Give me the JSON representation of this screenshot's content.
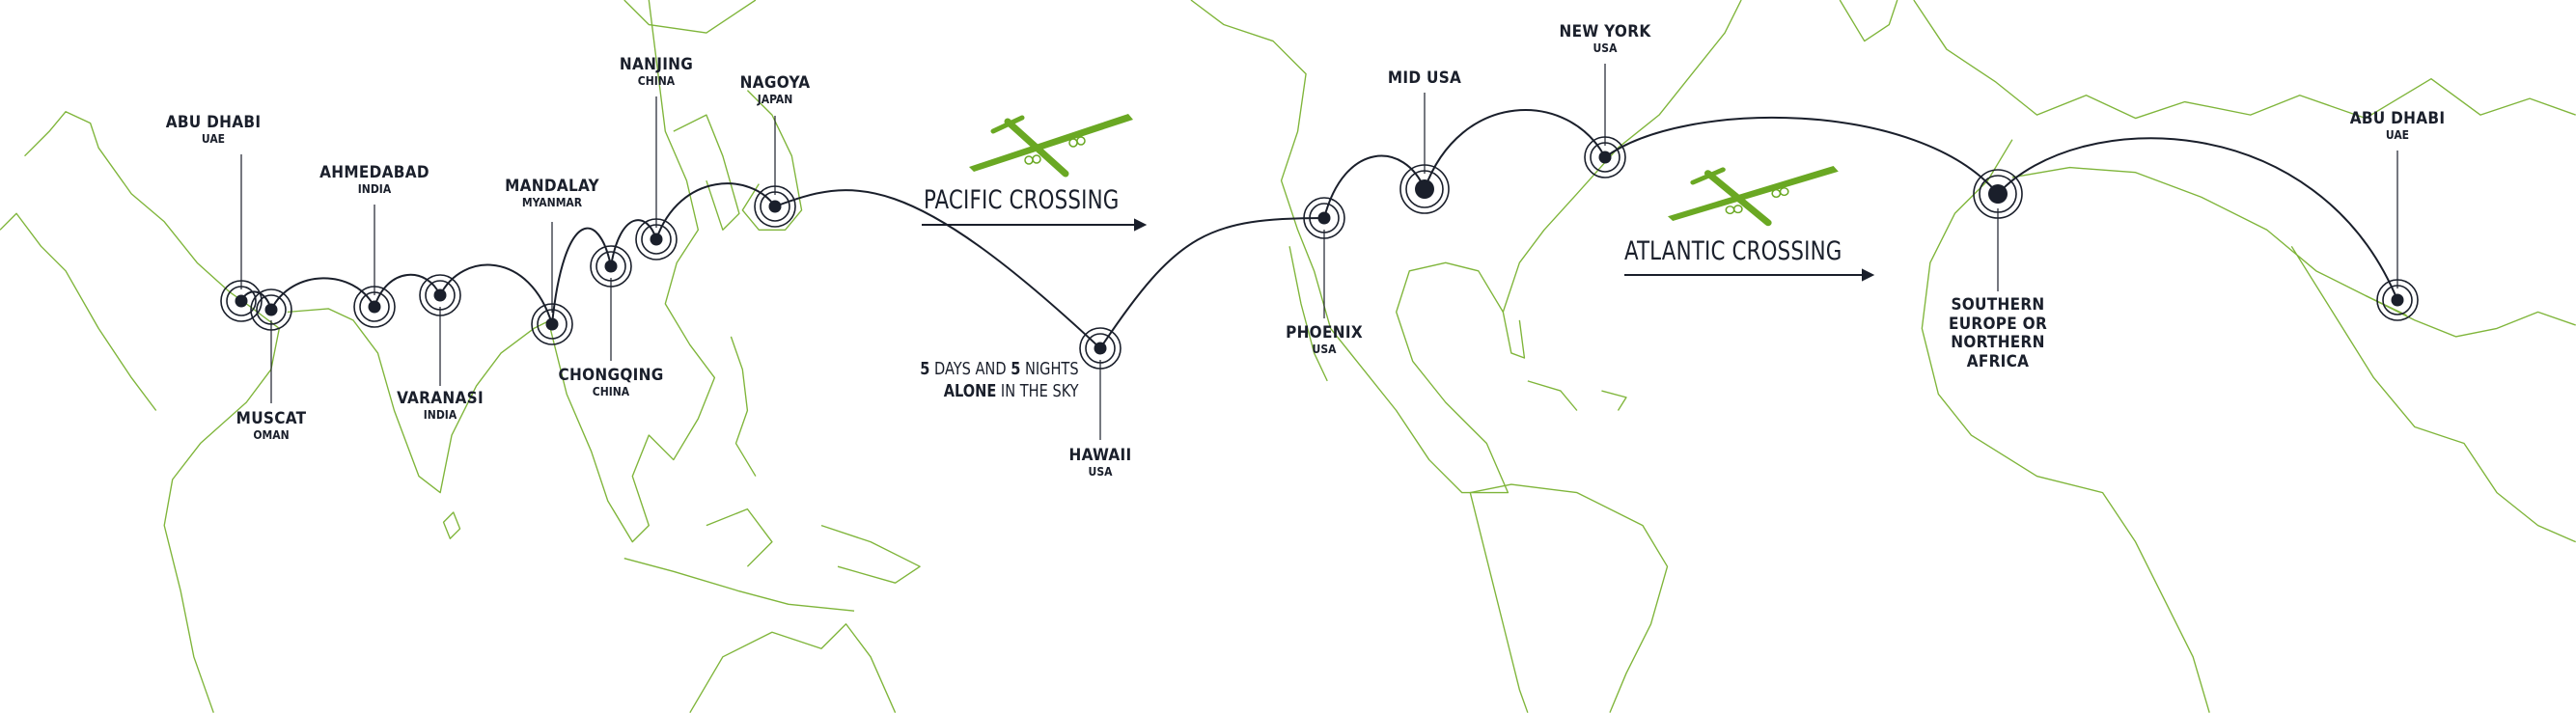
{
  "colors": {
    "map": "#7fb53a",
    "route": "#1a1f2b",
    "plane": "#6aa823"
  },
  "stops": [
    {
      "city": "ABU DHABI",
      "country": "UAE"
    },
    {
      "city": "MUSCAT",
      "country": "OMAN"
    },
    {
      "city": "AHMEDABAD",
      "country": "INDIA"
    },
    {
      "city": "VARANASI",
      "country": "INDIA"
    },
    {
      "city": "MANDALAY",
      "country": "MYANMAR"
    },
    {
      "city": "CHONGQING",
      "country": "CHINA"
    },
    {
      "city": "NANJING",
      "country": "CHINA"
    },
    {
      "city": "NAGOYA",
      "country": "JAPAN"
    },
    {
      "city": "HAWAII",
      "country": "USA"
    },
    {
      "city": "PHOENIX",
      "country": "USA"
    },
    {
      "city": "MID USA",
      "country": ""
    },
    {
      "city": "NEW YORK",
      "country": "USA"
    },
    {
      "city": "SOUTHERN EUROPE OR NORTHERN AFRICA",
      "country": ""
    },
    {
      "city": "ABU DHABI",
      "country": "UAE"
    }
  ],
  "pacific": {
    "label": "PACIFIC CROSSING"
  },
  "atlantic": {
    "label": "ATLANTIC CROSSING"
  },
  "note": {
    "n1": "5",
    "t1": " DAYS AND ",
    "n2": "5",
    "t2": " NIGHTS",
    "b": "ALONE",
    "t3": " IN THE SKY"
  }
}
